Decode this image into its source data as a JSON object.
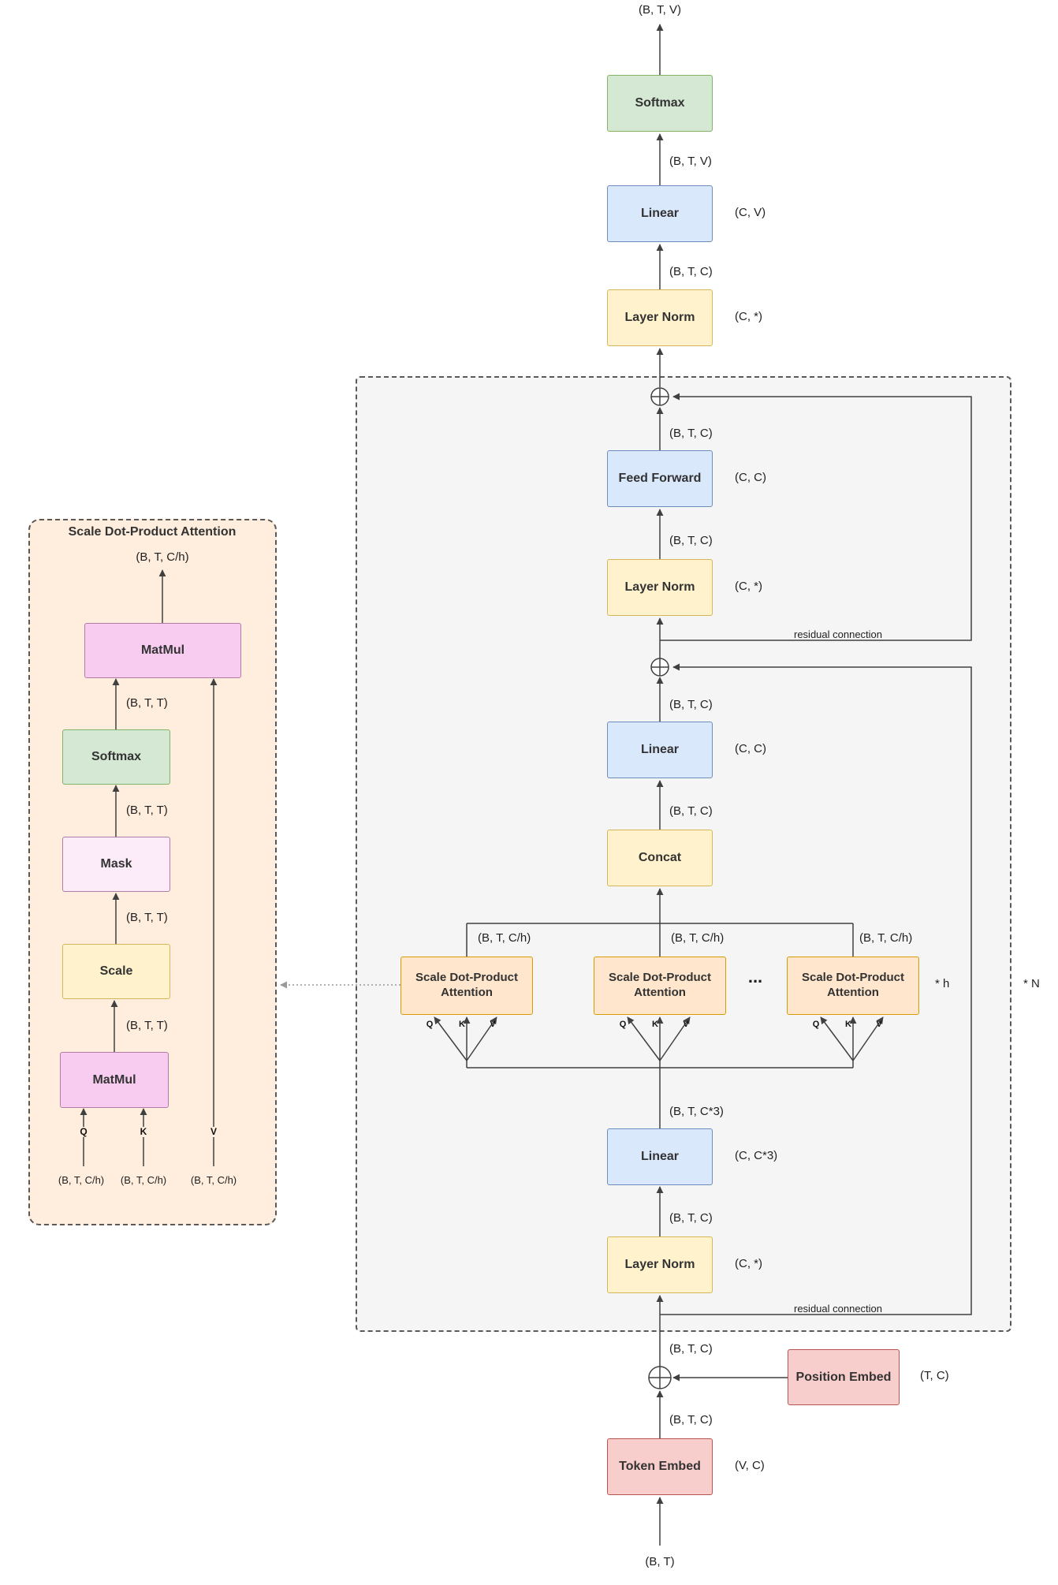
{
  "colors": {
    "wire": "#404040",
    "green_fill": "#d5e8d4",
    "green_stroke": "#82b366",
    "blue_fill": "#dae8fc",
    "blue_stroke": "#6c8ebf",
    "yellow_fill": "#fff2cc",
    "yellow_stroke": "#d6b656",
    "orange_fill": "#ffe6cc",
    "orange_stroke": "#d79b00",
    "red_fill": "#f8cecc",
    "red_stroke": "#b85450",
    "pink_fill": "#f8ccf0",
    "pink_stroke": "#b27ba8",
    "pale_pink_fill": "#fcebf9",
    "block_bg": "#f5f5f5",
    "panel_bg": "#ffeedd"
  },
  "main": {
    "boxes": {
      "softmax": "Softmax",
      "linear": "Linear",
      "layer_norm": "Layer Norm",
      "feed_forward": "Feed Forward",
      "concat": "Concat",
      "attention_head": "Scale Dot-Product Attention",
      "position_embed": "Position Embed",
      "token_embed": "Token Embed"
    },
    "side_labels": {
      "cv": "(C, V)",
      "cstar": "(C, *)",
      "cc": "(C, C)",
      "cc3": "(C, C*3)",
      "tc": "(T, C)",
      "vc": "(V, C)"
    },
    "tensor_labels": {
      "btv": "(B, T, V)",
      "btc": "(B, T, C)",
      "btch": "(B, T, C/h)",
      "btc3": "(B, T, C*3)",
      "bt": "(B, T)"
    },
    "qkv": {
      "q": "Q",
      "k": "K",
      "v": "V"
    },
    "notes": {
      "residual": "residual connection",
      "ellipsis": "...",
      "times_h": "* h",
      "times_n": "* N"
    }
  },
  "panel": {
    "title": "Scale Dot-Product Attention",
    "boxes": {
      "matmul": "MatMul",
      "softmax": "Softmax",
      "mask": "Mask",
      "scale": "Scale"
    },
    "tensor_labels": {
      "btt": "(B, T, T)",
      "btch": "(B, T, C/h)"
    },
    "qkv": {
      "q": "Q",
      "k": "K",
      "v": "V"
    }
  }
}
